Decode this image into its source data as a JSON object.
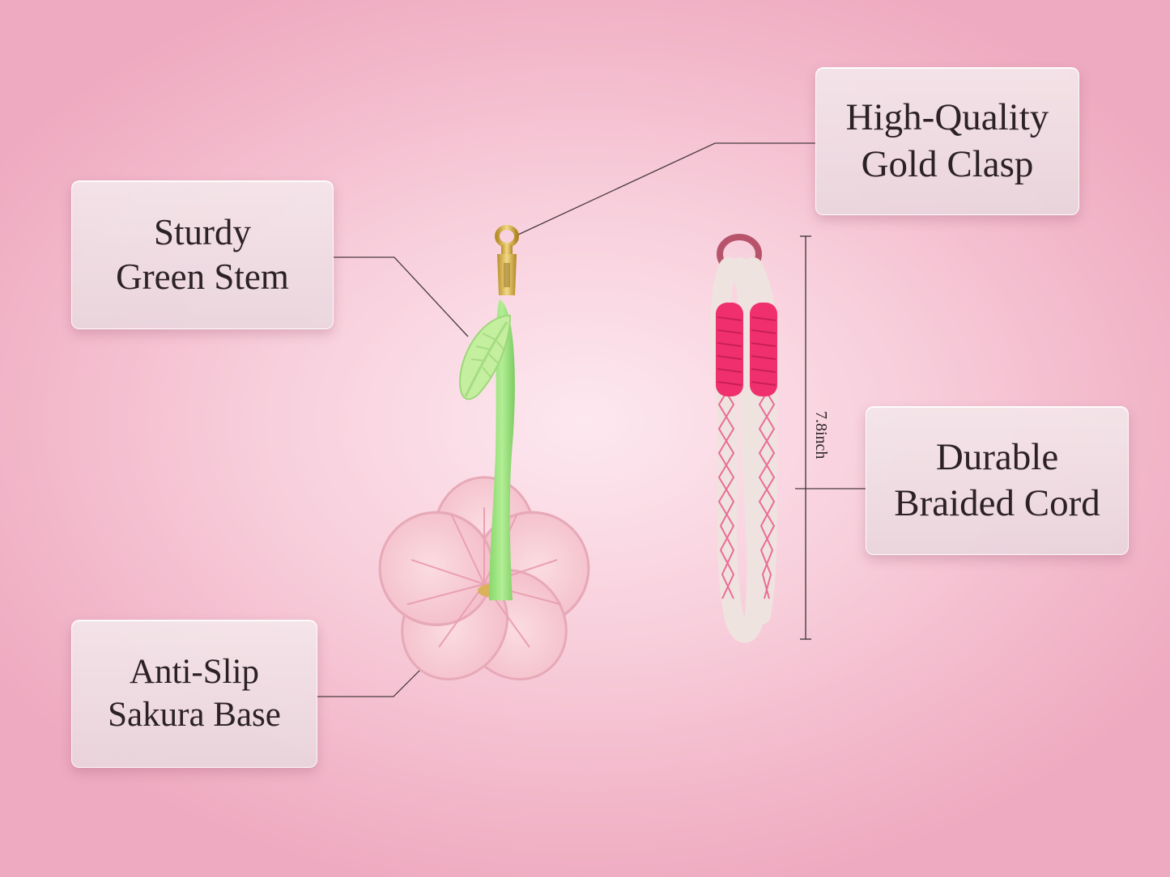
{
  "callouts": {
    "stem": {
      "line1": "Sturdy",
      "line2": "Green Stem"
    },
    "clasp": {
      "line1": "High-Quality",
      "line2": "Gold Clasp"
    },
    "cord": {
      "line1": "Durable",
      "line2": "Braided Cord"
    },
    "base": {
      "line1": "Anti-Slip",
      "line2": "Sakura Base"
    }
  },
  "dimension": {
    "label": "7.8inch"
  },
  "colors": {
    "background": "#f4bfd0",
    "stem_green": "#9fe07f",
    "flower_pink": "#f7c9d2",
    "gold": "#d6b24c",
    "knot_pink": "#f0306e",
    "cord_cream": "#f1e6e2"
  }
}
